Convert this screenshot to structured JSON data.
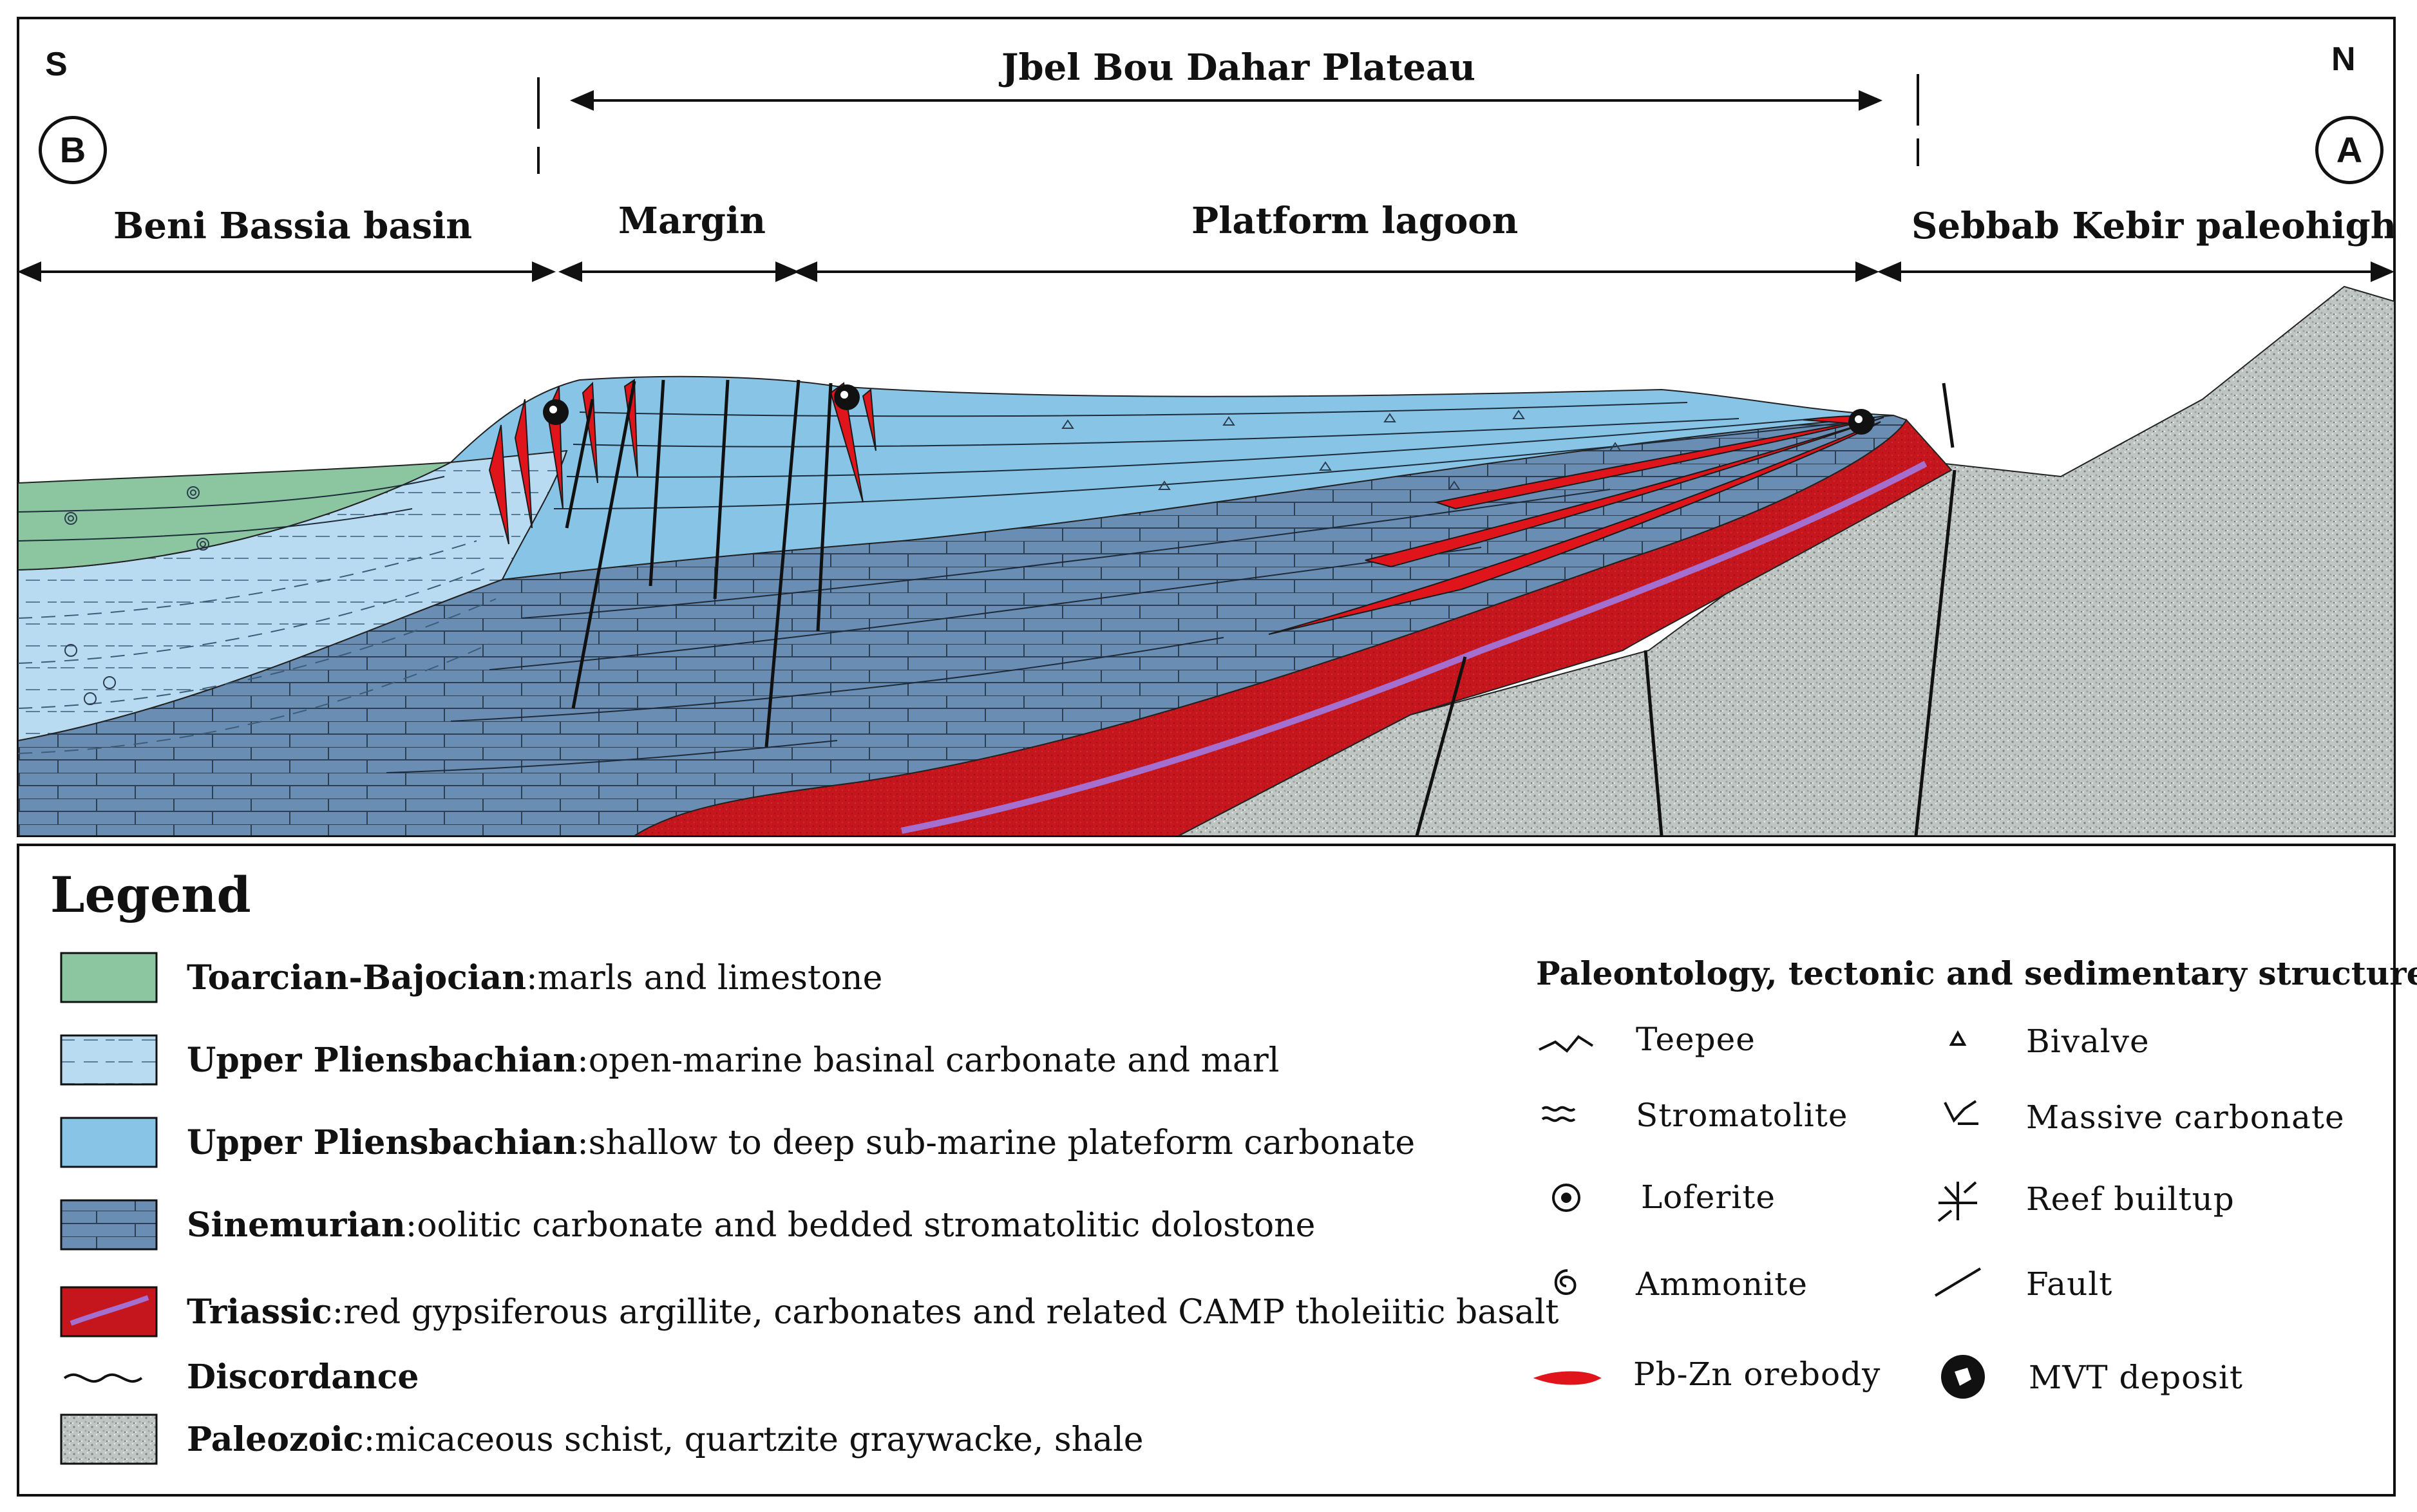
{
  "header": {
    "south": "S",
    "north": "N",
    "point_b": "B",
    "point_a": "A",
    "plateau": "Jbel Bou Dahar Plateau",
    "zone_basin": "Beni Bassia basin",
    "zone_margin": "Margin",
    "zone_lagoon": "Platform lagoon",
    "zone_paleohigh": "Sebbab Kebir paleohigh"
  },
  "colors": {
    "toarcian": "#8cc6a0",
    "basinal": "#b9dbf1",
    "platform": "#88c4e6",
    "sinemurian": "#6a8db4",
    "triassic": "#c4161c",
    "basalt": "#a56fd0",
    "paleozoic": "#bfc5c2",
    "orebody": "#e0141b"
  },
  "legend": {
    "title": "Legend",
    "units": [
      {
        "name": "Toarcian-Bajocian",
        "desc": ":marls and limestone",
        "swatch": "toarcian"
      },
      {
        "name": "Upper Pliensbachian",
        "desc": ":open-marine basinal carbonate and marl",
        "swatch": "basinal"
      },
      {
        "name": "Upper Pliensbachian",
        "desc": ":shallow to deep sub-marine plateform carbonate",
        "swatch": "platform"
      },
      {
        "name": "Sinemurian",
        "desc": ":oolitic carbonate and  bedded stromatolitic dolostone",
        "swatch": "sinemurian"
      },
      {
        "name": "Triassic",
        "desc": ":red gypsiferous argillite, carbonates and related CAMP tholeiitic basalt",
        "swatch": "triassic"
      },
      {
        "name": "Discordance",
        "desc": "",
        "swatch": "discordance"
      },
      {
        "name": "Paleozoic",
        "desc": ":micaceous schist, quartzite graywacke, shale",
        "swatch": "paleozoic"
      }
    ],
    "symbols_title": "Paleontology, tectonic and sedimentary structure",
    "symbols": [
      {
        "label": "Teepee",
        "icon": "teepee-icon"
      },
      {
        "label": "Bivalve",
        "icon": "bivalve-icon"
      },
      {
        "label": "Stromatolite",
        "icon": "stromatolite-icon"
      },
      {
        "label": "Massive  carbonate",
        "icon": "massive-carbonate-icon"
      },
      {
        "label": "Loferite",
        "icon": "loferite-icon"
      },
      {
        "label": "Reef  builtup",
        "icon": "reef-icon"
      },
      {
        "label": "Ammonite",
        "icon": "ammonite-icon"
      },
      {
        "label": "Fault",
        "icon": "fault-icon"
      },
      {
        "label": "Pb-Zn orebody",
        "icon": "orebody-icon"
      },
      {
        "label": "MVT  deposit",
        "icon": "mvt-deposit-icon"
      }
    ]
  }
}
